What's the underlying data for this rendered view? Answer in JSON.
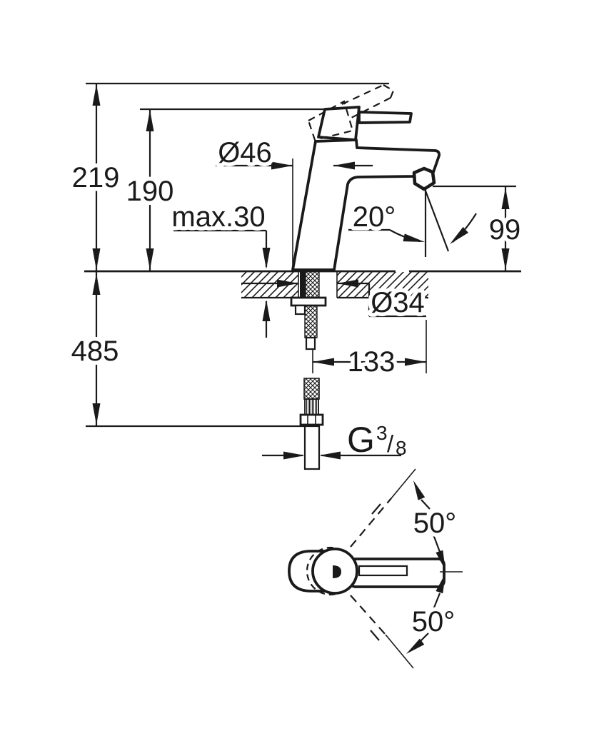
{
  "drawing": {
    "type": "faucet-installation-dimension-drawing",
    "line_color": "#1a1a1a",
    "background_color": "#ffffff",
    "side_view": {
      "overall_height": "219",
      "body_height": "190",
      "base_diameter": "Ø46",
      "mounting_thickness_max": "max.30",
      "stream_angle": "20°",
      "outlet_height": "99",
      "below_deck_clearance": "485",
      "hole_diameter": "Ø34",
      "spout_reach": "133",
      "thread": {
        "g": "G",
        "sup": "3",
        "slash": "/",
        "sub": "8"
      }
    },
    "top_view": {
      "handle_swing_upper": "50°",
      "handle_swing_lower": "50°"
    }
  }
}
